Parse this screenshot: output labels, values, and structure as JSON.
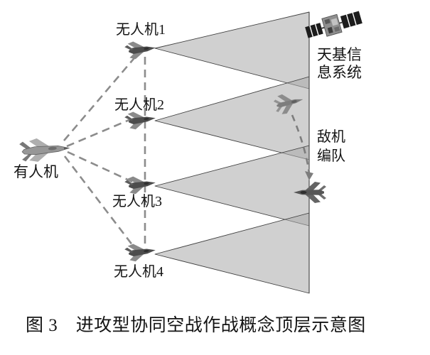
{
  "figure": {
    "caption": "图 3　进攻型协同空战作战概念顶层示意图",
    "labels": {
      "manned_aircraft": "有人机",
      "uav1": "无人机1",
      "uav2": "无人机2",
      "uav3": "无人机3",
      "uav4": "无人机4",
      "space_based_info_system": "天基信息系统",
      "enemy_formation": "敌机编队"
    },
    "icons": {
      "manned_fighter": "manned-fighter-icon",
      "uav": "uav-icon",
      "satellite": "satellite-icon",
      "enemy_fighter": "enemy-fighter-icon"
    },
    "colors": {
      "background": "#ffffff",
      "cone_fill": "#d3d3d3",
      "cone_overlap": "#bdbdbd",
      "cone_stroke": "#3f3f3f",
      "datalink_dash": "#8c8c8c",
      "enemy_path_dash": "#7d7d7d",
      "text": "#141414"
    }
  }
}
